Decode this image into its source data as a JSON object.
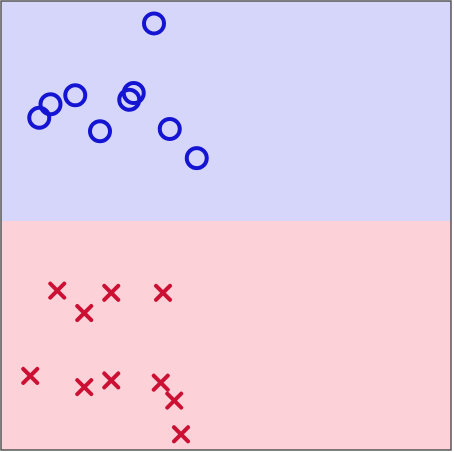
{
  "chart_data": {
    "type": "scatter",
    "title": "",
    "xlabel": "",
    "ylabel": "",
    "xlim": [
      0,
      10
    ],
    "ylim": [
      0,
      10
    ],
    "grid": false,
    "legend": "none",
    "decision_boundary": {
      "type": "horizontal",
      "y": 5.1,
      "upper_region_color": "#d6d6fb",
      "lower_region_color": "#fcd2d8"
    },
    "series": [
      {
        "marker": "circle",
        "color": "#1414d2",
        "x": [
          3.4,
          0.85,
          1.1,
          1.65,
          2.2,
          2.85,
          2.95,
          3.75,
          4.35
        ],
        "y": [
          9.5,
          7.4,
          7.7,
          7.9,
          7.1,
          7.8,
          7.95,
          7.15,
          6.5
        ]
      },
      {
        "marker": "x",
        "color": "#cc1034",
        "x": [
          1.25,
          1.85,
          2.45,
          3.6,
          0.65,
          1.85,
          2.45,
          3.55,
          3.85,
          4.0
        ],
        "y": [
          3.55,
          3.05,
          3.5,
          3.5,
          1.65,
          1.4,
          1.55,
          1.5,
          1.1,
          0.35
        ]
      }
    ]
  }
}
